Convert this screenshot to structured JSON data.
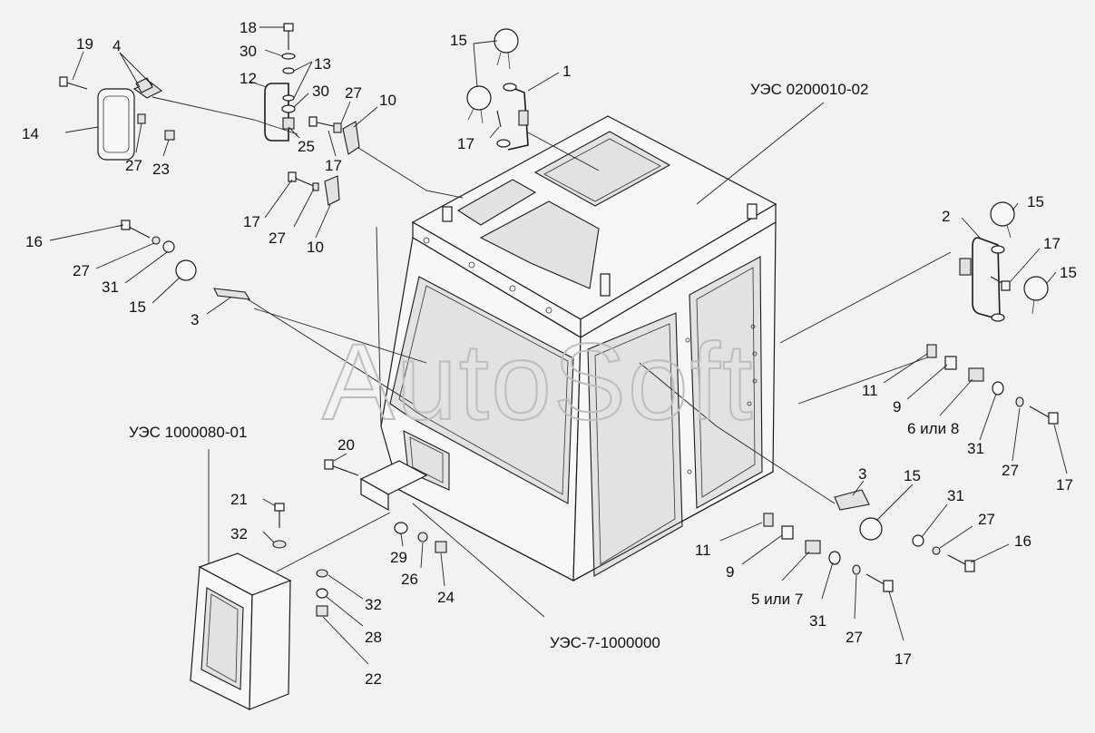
{
  "watermark": "AutoSoft",
  "assemblies": {
    "roof": "УЭС 0200010-02",
    "box": "УЭС 1000080-01",
    "cab": "УЭС-7-1000000"
  },
  "callouts": {
    "c19": "19",
    "c4": "4",
    "c14": "14",
    "c27a": "27",
    "c23": "23",
    "c18": "18",
    "c30a": "30",
    "c13": "13",
    "c12": "12",
    "c30b": "30",
    "c27b": "27",
    "c10a": "10",
    "c25": "25",
    "c17a": "17",
    "c17b": "17",
    "c27c": "27",
    "c10b": "10",
    "c15a": "15",
    "c1": "1",
    "c17c": "17",
    "c16a": "16",
    "c27d": "27",
    "c31a": "31",
    "c15b": "15",
    "c3a": "3",
    "c2": "2",
    "c15c": "15",
    "c17d": "17",
    "c15d": "15",
    "c11a": "11",
    "c9a": "9",
    "c6or8": "6 или 8",
    "c31b": "31",
    "c27e": "27",
    "c17e": "17",
    "c20": "20",
    "c21": "21",
    "c32a": "32",
    "c29": "29",
    "c26": "26",
    "c24": "24",
    "c32b": "32",
    "c28": "28",
    "c22": "22",
    "c3b": "3",
    "c15e": "15",
    "c31c": "31",
    "c27f": "27",
    "c16b": "16",
    "c11b": "11",
    "c9b": "9",
    "c5or7": "5 или 7",
    "c31d": "31",
    "c27g": "27",
    "c17f": "17"
  }
}
